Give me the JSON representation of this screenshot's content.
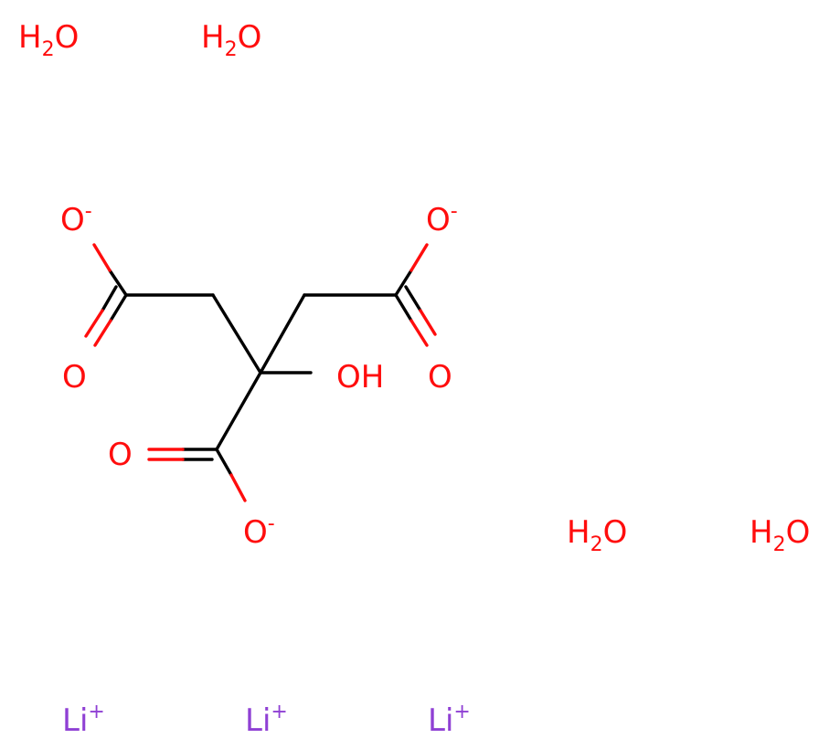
{
  "molecule": {
    "water_label": {
      "h": "H",
      "sub": "2",
      "o": "O"
    },
    "lithium_label": {
      "symbol": "Li",
      "charge": "+"
    },
    "carboxylate_oxygen": {
      "symbol": "O",
      "charge": "-"
    },
    "carbonyl_oxygen": "O",
    "hydroxyl": "OH",
    "colors": {
      "oxygen": "#ff0d0d",
      "lithium": "#8f40d4",
      "carbon_bond": "#000000"
    }
  }
}
